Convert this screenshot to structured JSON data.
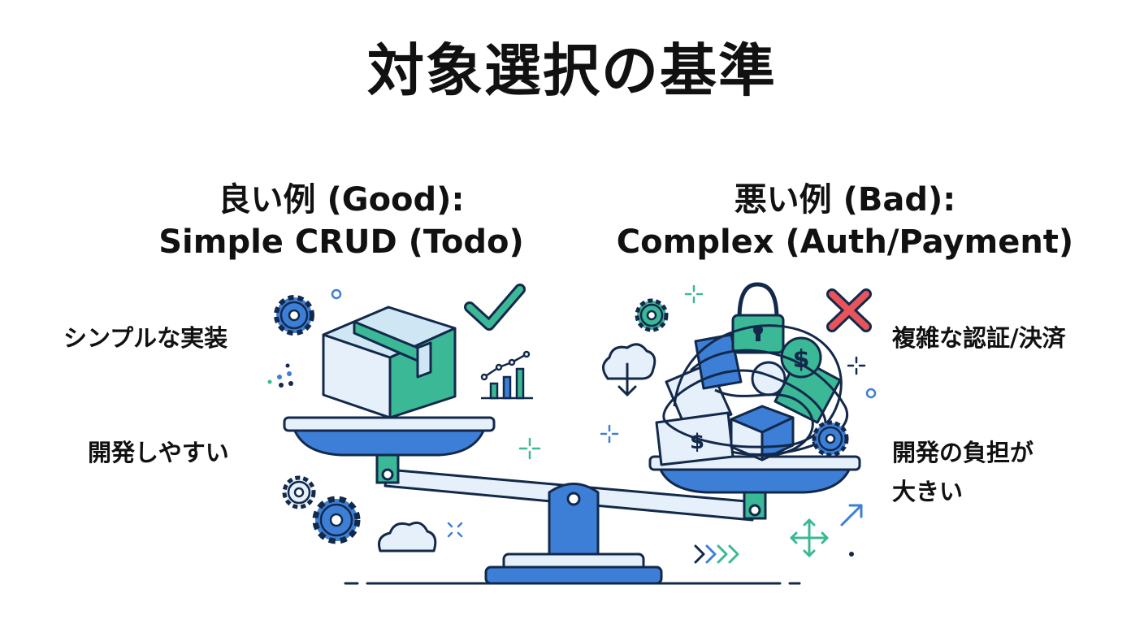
{
  "title": "対象選択の基準",
  "good": {
    "heading_line1": "良い例 (Good):",
    "heading_line2": "Simple CRUD (Todo)",
    "points": [
      "シンプルな実装",
      "開発しやすい"
    ]
  },
  "bad": {
    "heading_line1": "悪い例 (Bad):",
    "heading_line2": "Complex (Auth/Payment)",
    "points": [
      "複雑な認証/決済",
      "開発の負担が",
      "大きい"
    ]
  },
  "icons": {
    "good_mark": "check-icon",
    "bad_mark": "cross-icon",
    "good_item": "box-icon",
    "bad_item": "tangled-lock-money-icon",
    "balance": "balance-scale-icon"
  },
  "colors": {
    "outline": "#13294b",
    "blue": "#3d7fd6",
    "light_blue": "#e6f0fb",
    "teal": "#3bb896",
    "red": "#e8545a"
  }
}
